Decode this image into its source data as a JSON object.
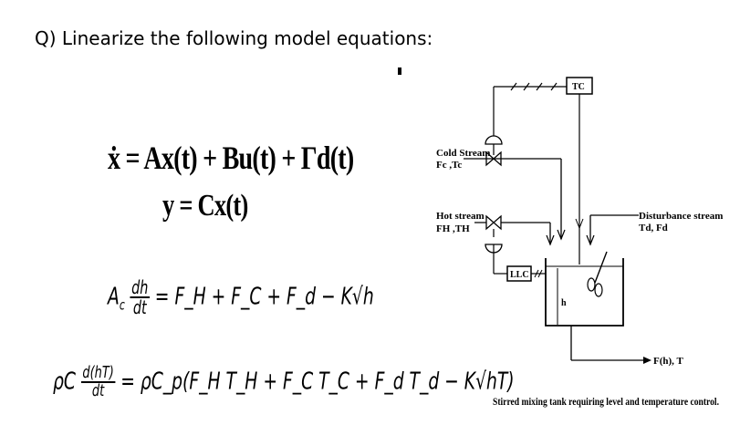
{
  "question": "Q) Linearize the following model equations:",
  "equations": {
    "state": "ẋ = Ax(t) + Bu(t) + Γd(t)",
    "output": "y = Cx(t)",
    "level": {
      "lhs_coef": "A",
      "lhs_sub": "c",
      "lhs_num": "dh",
      "lhs_den": "dt",
      "rhs": "= F_H + F_C + F_d − K√h"
    },
    "energy": {
      "lhs_pre": "ρC",
      "lhs_num": "d(hT)",
      "lhs_den": "dt",
      "rhs": "= ρC_p(F_H T_H + F_C T_C + F_d T_d − K√hT)"
    }
  },
  "diagram": {
    "cold_stream": "Cold Stream",
    "cold_vars": "Fc ,Tc",
    "hot_stream": "Hot stream",
    "hot_vars": "FH ,TH",
    "disturbance": "Disturbance stream",
    "disturbance_vars": "Td, Fd",
    "tc": "TC",
    "llc": "LLC",
    "level_h": "h",
    "outflow": "F(h), T",
    "caption": "Stirred mixing tank requiring level and temperature control."
  }
}
